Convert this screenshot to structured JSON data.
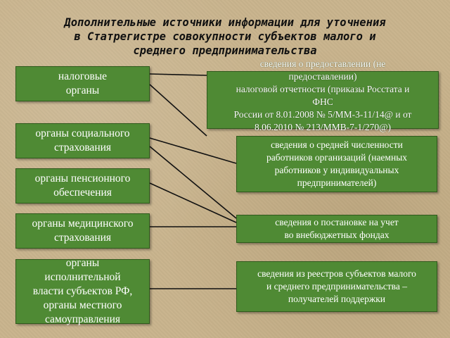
{
  "title": {
    "line1": "Дополнительные источники информации для уточнения",
    "line2": "в Статрегистре совокупности субъектов малого и",
    "line3": "среднего предпринимательства"
  },
  "sources": [
    {
      "label": "налоговые\nорганы"
    },
    {
      "label": "органы социального\nстрахования"
    },
    {
      "label": "органы пенсионного\nобеспечения"
    },
    {
      "label": "органы медицинского\nстрахования"
    },
    {
      "label": "органы\nисполнительной\nвласти субъектов РФ,\nорганы местного\nсамоуправления"
    }
  ],
  "info": [
    {
      "label": "сведения о предоставлении (не\nпредоставлении)\nналоговой отчетности (приказы Росстата и\nФНС\nРоссии от 8.01.2008 № 5/ММ-3-11/14@ и от\n8.06.2010 № 213/ММВ-7-1/270@)"
    },
    {
      "label": "сведения о средней численности\nработников организаций (наемных\nработников у индивидуальных\nпредпринимателей)"
    },
    {
      "label": "сведения о постановке на учет\nво внебюджетных фондах"
    },
    {
      "label": "сведения из реестров субъектов малого\nи среднего предпринимательства –\nполучателей поддержки"
    }
  ]
}
